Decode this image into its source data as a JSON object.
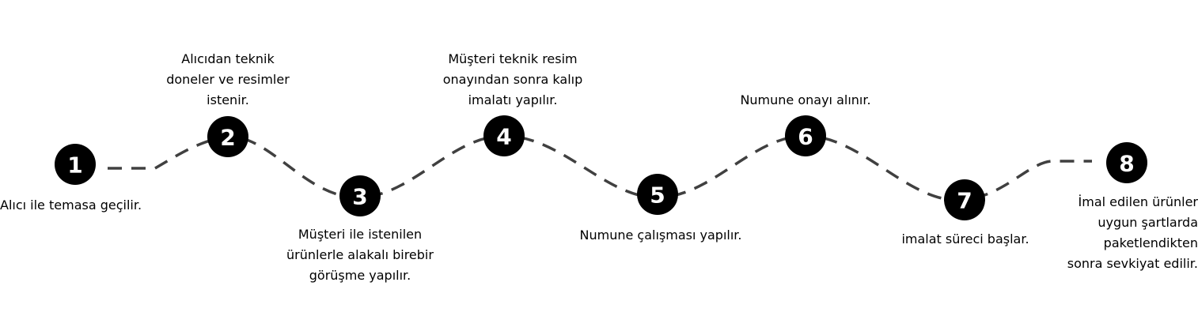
{
  "colors": {
    "node_fill": "#000000",
    "node_text": "#ffffff",
    "path_stroke": "#404040",
    "label_text": "#000000"
  },
  "steps": [
    {
      "number": "1",
      "label": "Alıcı ile temasa geçilir."
    },
    {
      "number": "2",
      "label": "Alıcıdan teknik\ndoneler ve resimler\nistenir."
    },
    {
      "number": "3",
      "label": "Müşteri ile istenilen\nürünlerle alakalı birebir\ngörüşme yapılır."
    },
    {
      "number": "4",
      "label": "Müşteri teknik resim\nonayından sonra kalıp\nimalatı yapılır."
    },
    {
      "number": "5",
      "label": "Numune çalışması yapılır."
    },
    {
      "number": "6",
      "label": "Numune onayı alınır."
    },
    {
      "number": "7",
      "label": "imalat süreci başlar."
    },
    {
      "number": "8",
      "label": "İmal edilen ürünler\nuygun şartlarda\npaketlendikten\nsonra sevkiyat edilir."
    }
  ]
}
